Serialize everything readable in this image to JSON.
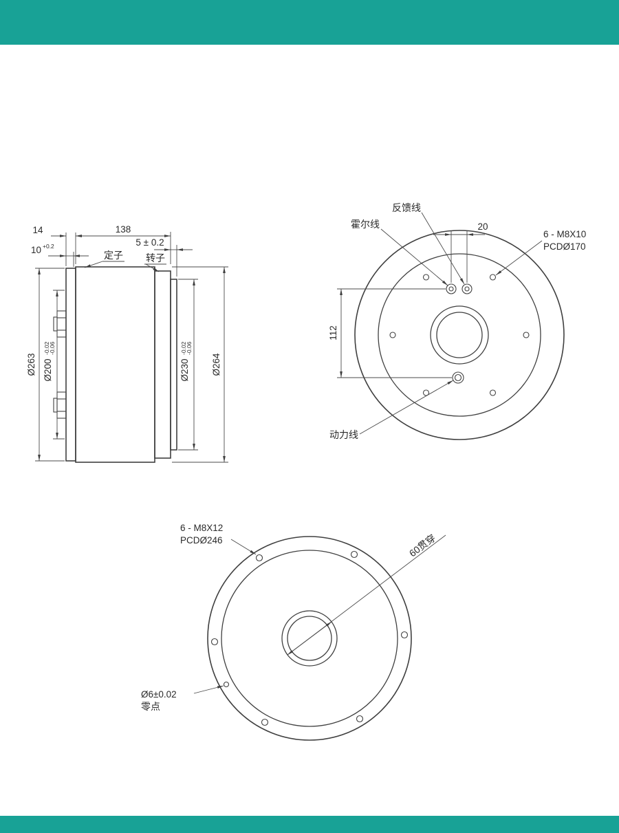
{
  "theme": {
    "accent": "#18a296",
    "paper": "#ffffff",
    "line": "#3f3f3f",
    "text": "#2a2a2a"
  },
  "side_view": {
    "dims": {
      "d14": "14",
      "d138": "138",
      "d5": "5 ± 0.2",
      "d10": "10",
      "d10_sup": "+0.2",
      "d263": "Ø263",
      "d200": "Ø200",
      "d200_tol_hi": "-0.02",
      "d200_tol_lo": "-0.06",
      "d230": "Ø230",
      "d230_tol_hi": "-0.02",
      "d230_tol_lo": "-0.06",
      "d264": "Ø264"
    },
    "labels": {
      "stator": "定子",
      "rotor": "转子"
    }
  },
  "front_view": {
    "dims": {
      "d20": "20",
      "d112": "112"
    },
    "labels": {
      "hall": "霍尔线",
      "feedback": "反馈线",
      "power": "动力线",
      "bolts_line1": "6 - M8X10",
      "bolts_line2": "PCDØ170"
    }
  },
  "bottom_view": {
    "labels": {
      "bolts_line1": "6 - M8X12",
      "bolts_line2": "PCDØ246",
      "through": "60贯穿",
      "zero_line1": "Ø6±0.02",
      "zero_line2": "零点"
    }
  }
}
